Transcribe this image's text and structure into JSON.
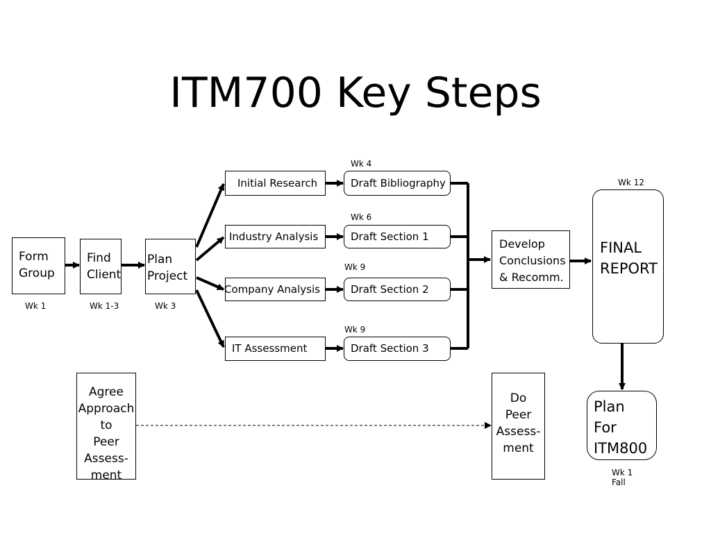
{
  "title": "ITM700 Key Steps",
  "boxes": {
    "form_group": "Form\nGroup",
    "find_client": "Find\nClient",
    "plan_project": "Plan\nProject",
    "initial_research": "Initial Research",
    "industry_analysis": "Industry Analysis",
    "company_analysis": "Company Analysis",
    "it_assessment": "IT Assessment",
    "draft_bibliography": "Draft Bibliography",
    "draft_section_1": "Draft Section 1",
    "draft_section_2": "Draft Section 2",
    "draft_section_3": "Draft Section 3",
    "develop_conclusions": "Develop\nConclusions\n& Recomm.",
    "final_report": "FINAL\nREPORT",
    "plan_itm800": "Plan\nFor\nITM800",
    "agree_approach": "Agree\nApproach\nto\nPeer\nAssess-\nment",
    "do_peer": "Do\nPeer\nAssess-\nment"
  },
  "weeks": {
    "form_group": "Wk 1",
    "find_client": "Wk 1-3",
    "plan_project": "Wk 3",
    "draft_bibliography": "Wk 4",
    "draft_section_1": "Wk 6",
    "draft_section_2": "Wk 9",
    "draft_section_3": "Wk 9",
    "final_report": "Wk 12",
    "plan_itm800": "Wk 1\nFall"
  }
}
